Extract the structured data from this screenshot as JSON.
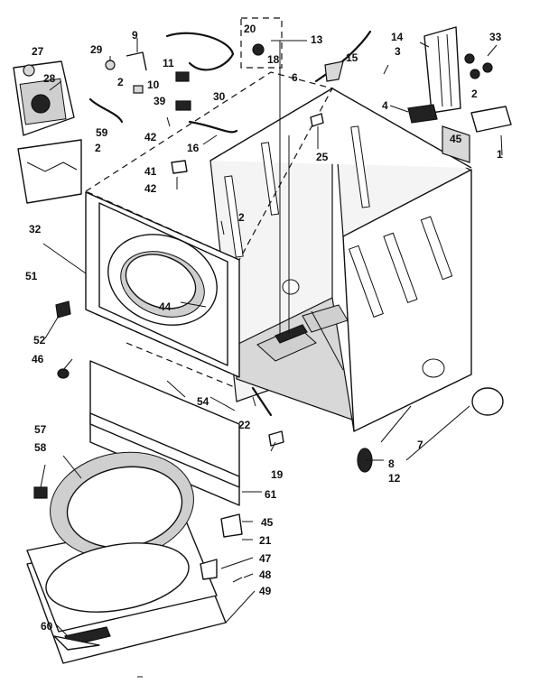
{
  "callouts": {
    "c1": "1",
    "c2a": "2",
    "c2b": "2",
    "c2c": "2",
    "c2d": "2",
    "c3": "3",
    "c4": "4",
    "c6": "6",
    "c7": "7",
    "c8": "8",
    "c9": "9",
    "c10": "10",
    "c11": "11",
    "c12": "12",
    "c13": "13",
    "c14": "14",
    "c15": "15",
    "c16": "16",
    "c18": "18",
    "c19": "19",
    "c20": "20",
    "c21": "21",
    "c22": "22",
    "c25": "25",
    "c27": "27",
    "c28": "28",
    "c29": "29",
    "c30": "30",
    "c32": "32",
    "c33": "33",
    "c39": "39",
    "c41": "41",
    "c42a": "42",
    "c42b": "42",
    "c44": "44",
    "c45a": "45",
    "c45b": "45",
    "c46": "46",
    "c47": "47",
    "c48": "48",
    "c49": "49",
    "c51": "51",
    "c52": "52",
    "c54": "54",
    "c57": "57",
    "c58": "58",
    "c59": "59",
    "c60": "60",
    "c61": "61"
  }
}
